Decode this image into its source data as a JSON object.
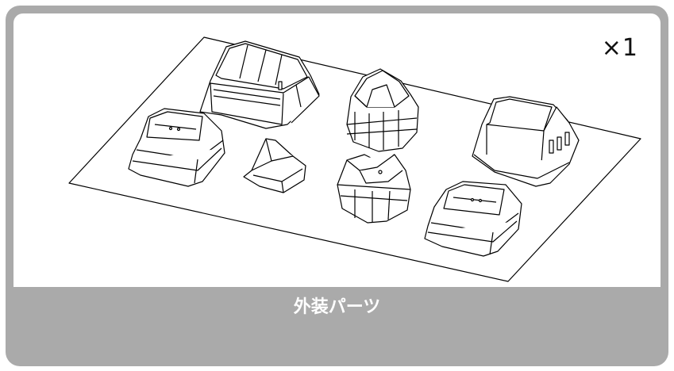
{
  "part_card": {
    "quantity_label": "×1",
    "caption": "外装パーツ"
  },
  "colors": {
    "frame": "#aaaaaa",
    "panel": "#ffffff",
    "line": "#000000",
    "caption_text": "#ffffff"
  },
  "diagram": {
    "parts": [
      {
        "name": "armor-part-large-block"
      },
      {
        "name": "armor-part-pentagon-turret"
      },
      {
        "name": "armor-part-box-cover"
      },
      {
        "name": "armor-part-rounded-seat-left"
      },
      {
        "name": "armor-part-small-wedge"
      },
      {
        "name": "armor-part-round-turret"
      },
      {
        "name": "armor-part-rounded-seat-right"
      }
    ]
  }
}
